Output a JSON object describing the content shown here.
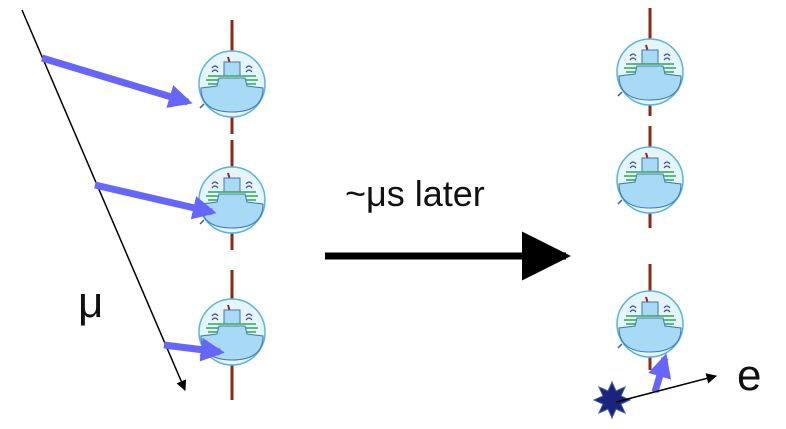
{
  "labels": {
    "muon": "μ",
    "time_delay": "~μs  later",
    "electron": "e"
  },
  "optical_modules": {
    "before": 3,
    "after": 3
  },
  "colors": {
    "module_fill": "#e6f4fc",
    "module_outline": "#5ab4e0",
    "pmt_fill": "#a8daf5",
    "pmt_stroke": "#3c78b4",
    "cable": "#8b2a16",
    "mu_metal_grid": "#2ea84a",
    "light_arrow": "#6666ff",
    "track": "#000000",
    "decay_burst": "#1a237e"
  },
  "icons": {
    "module": "optical-module-icon",
    "burst": "decay-burst-icon"
  }
}
